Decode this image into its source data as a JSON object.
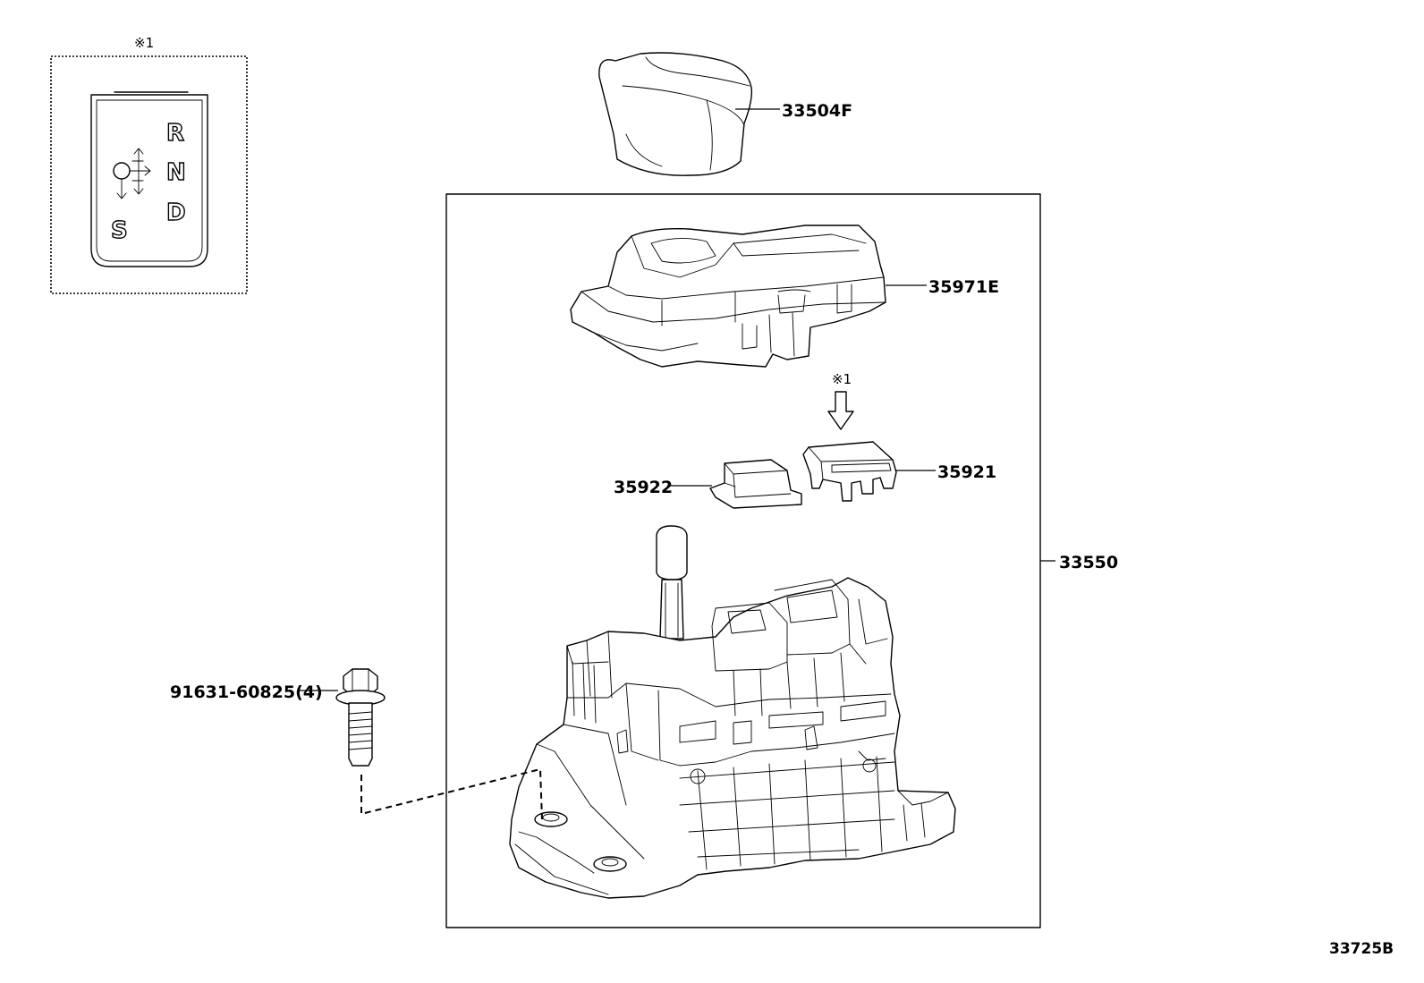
{
  "diagram": {
    "figure_code": "33725B",
    "note_mark": "※1",
    "detail_panel": {
      "note_mark": "※1",
      "gear_letters": [
        "R",
        "N",
        "D",
        "S"
      ]
    },
    "assembly_label": "33550",
    "parts": [
      {
        "id": "knob",
        "number": "33504F"
      },
      {
        "id": "console-cover",
        "number": "35971E"
      },
      {
        "id": "indicator-plate-left",
        "number": "35922"
      },
      {
        "id": "indicator-plate-right",
        "number": "35921"
      },
      {
        "id": "bolt",
        "number": "91631-60825(4)"
      }
    ]
  }
}
